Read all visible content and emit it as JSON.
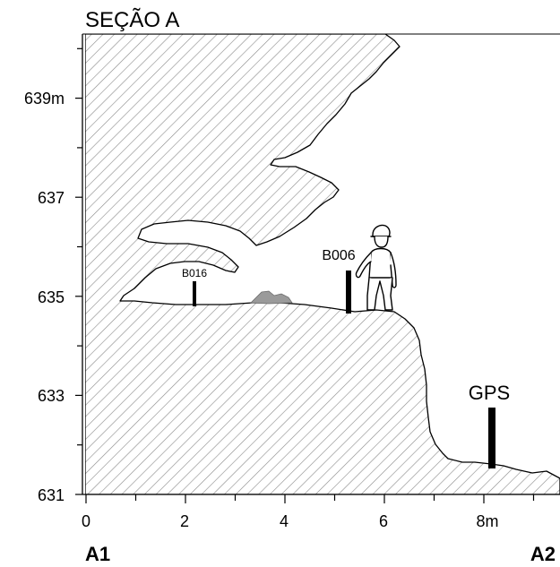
{
  "title": "SEÇÃO A",
  "y_axis": {
    "ticks": [
      {
        "value": 639,
        "label": "639m"
      },
      {
        "value": 637,
        "label": "637"
      },
      {
        "value": 635,
        "label": "635"
      },
      {
        "value": 633,
        "label": "633"
      },
      {
        "value": 631,
        "label": "631"
      }
    ]
  },
  "x_axis": {
    "ticks": [
      {
        "value": 0,
        "label": "0"
      },
      {
        "value": 2,
        "label": "2"
      },
      {
        "value": 4,
        "label": "4"
      },
      {
        "value": 6,
        "label": "6"
      },
      {
        "value": 8,
        "label": "8m"
      }
    ],
    "start_label": "A1",
    "end_label": "A2"
  },
  "markers": {
    "b016": {
      "label": "B016"
    },
    "b006": {
      "label": "B006"
    },
    "gps": {
      "label": "GPS"
    }
  },
  "colors": {
    "rock_hatch": "#888888",
    "sediment": "#999999",
    "ink": "#000000"
  }
}
